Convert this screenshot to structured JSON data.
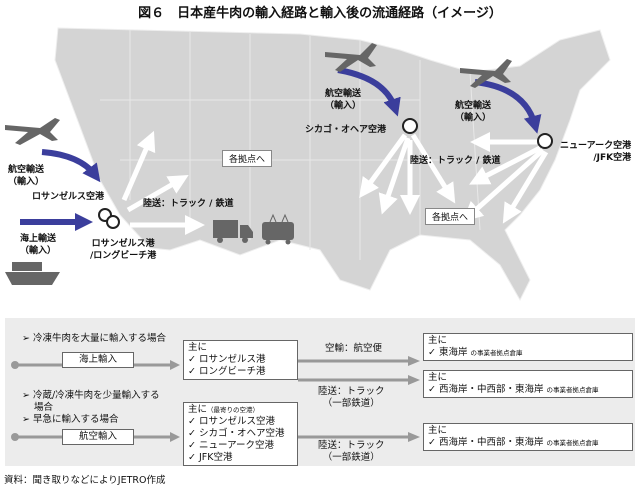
{
  "title": "図６　日本産牛肉の輸入経路と輸入後の流通経路（イメージ）",
  "map": {
    "air_import_label_1": "航空輸送",
    "air_import_label_2": "（輸入）",
    "sea_import_label_1": "海上輸送",
    "sea_import_label_2": "（輸入）",
    "la_airport": "ロサンゼルス空港",
    "la_port_1": "ロサンゼルス港",
    "la_port_2": "/ロングビーチ港",
    "chicago_airport": "シカゴ・オヘア空港",
    "ny_airport_1": "ニューアーク空港",
    "ny_airport_2": "/JFK空港",
    "land_west": "陸送：トラック / 鉄道",
    "land_east": "陸送：トラック / 鉄道",
    "to_bases": "各拠点へ",
    "colors": {
      "land": "#d4d4d4",
      "arrow_blue": "#3b3e9c",
      "icon": "#666666"
    }
  },
  "flow": {
    "case_sea": "冷凍牛肉を大量に輸入する場合",
    "case_air_1": "冷蔵/冷凍牛肉を少量輸入する",
    "case_air_2": "場合",
    "case_air_3": "早急に輸入する場合",
    "sea_import": "海上輸入",
    "air_import": "航空輸入",
    "sea_ports": {
      "head": "主に",
      "items": [
        "✓ ロサンゼルス港",
        "✓ ロングビーチ港"
      ]
    },
    "air_ports": {
      "head": "主に",
      "note": "（最寄りの空港）",
      "items": [
        "✓ ロサンゼルス空港",
        "✓ シカゴ・オヘア空港",
        "✓ ニューアーク空港",
        "✓ JFK空港"
      ]
    },
    "route_air": "空輸：航空便",
    "route_land_1a": "陸送：トラック",
    "route_land_1b": "（一部鉄道）",
    "route_land_2a": "陸送：トラック",
    "route_land_2b": "（一部鉄道）",
    "dest_1": {
      "head": "主に",
      "main": "✓ 東海岸",
      "sub": "の事業者拠点倉庫"
    },
    "dest_2": {
      "head": "主に",
      "main": "✓ 西海岸・中西部・東海岸",
      "sub": "の事業者拠点倉庫"
    },
    "dest_3": {
      "head": "主に",
      "main": "✓ 西海岸・中西部・東海岸",
      "sub": "の事業者拠点倉庫"
    }
  },
  "source": "資料：聞き取りなどによりJETRO作成"
}
